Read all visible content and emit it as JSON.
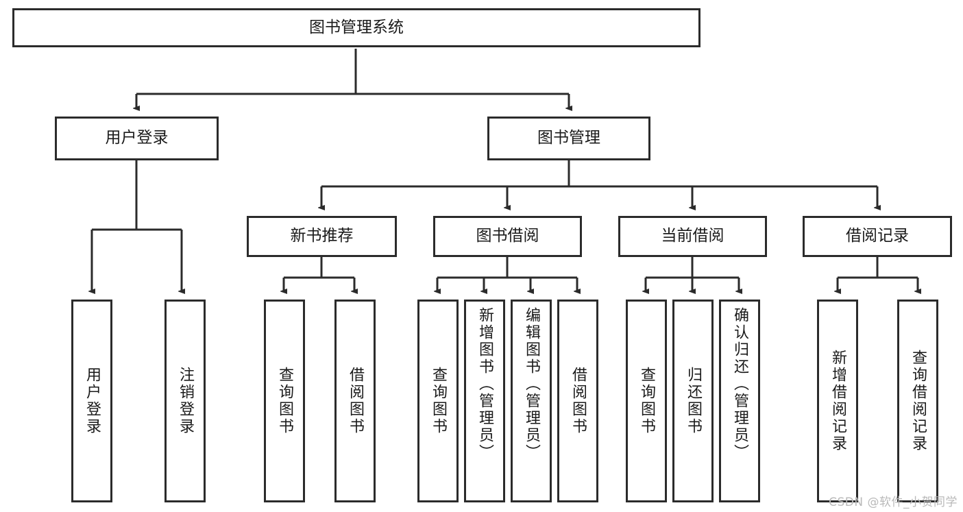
{
  "diagram": {
    "title": "图书管理系统",
    "type": "tree-hierarchy-chart",
    "watermark": "CSDN @软件_小贺同学",
    "colors": {
      "stroke": "#2b2b2b",
      "fill": "#ffffff",
      "text": "#1a1a1a",
      "watermark": "#b9b9b9"
    },
    "root": {
      "label": "图书管理系统"
    },
    "level2": [
      {
        "id": "user-login",
        "label": "用户登录"
      },
      {
        "id": "book-manage",
        "label": "图书管理"
      }
    ],
    "level3": [
      {
        "id": "new-book-rec",
        "label": "新书推荐"
      },
      {
        "id": "book-borrow",
        "label": "图书借阅"
      },
      {
        "id": "current-borrow",
        "label": "当前借阅"
      },
      {
        "id": "borrow-record",
        "label": "借阅记录"
      }
    ],
    "leaves": [
      {
        "id": "leaf-user-login",
        "label": "用户登录",
        "align": "centered"
      },
      {
        "id": "leaf-user-logout",
        "label": "注销登录",
        "align": "centered"
      },
      {
        "id": "leaf-query-book-1",
        "label": "查询图书",
        "align": "centered"
      },
      {
        "id": "leaf-borrow-book-1",
        "label": "借阅图书",
        "align": "centered"
      },
      {
        "id": "leaf-query-book-2",
        "label": "查询图书",
        "align": "centered"
      },
      {
        "id": "leaf-add-book",
        "label": "新增图书（管理员）",
        "align": "top"
      },
      {
        "id": "leaf-edit-book",
        "label": "编辑图书（管理员）",
        "align": "top"
      },
      {
        "id": "leaf-borrow-book-2",
        "label": "借阅图书",
        "align": "centered"
      },
      {
        "id": "leaf-query-book-3",
        "label": "查询图书",
        "align": "centered"
      },
      {
        "id": "leaf-return-book",
        "label": "归还图书",
        "align": "centered"
      },
      {
        "id": "leaf-confirm-return",
        "label": "确认归还（管理员）",
        "align": "top"
      },
      {
        "id": "leaf-add-record",
        "label": "新增借阅记录",
        "align": "centered"
      },
      {
        "id": "leaf-query-record",
        "label": "查询借阅记录",
        "align": "centered"
      }
    ]
  }
}
